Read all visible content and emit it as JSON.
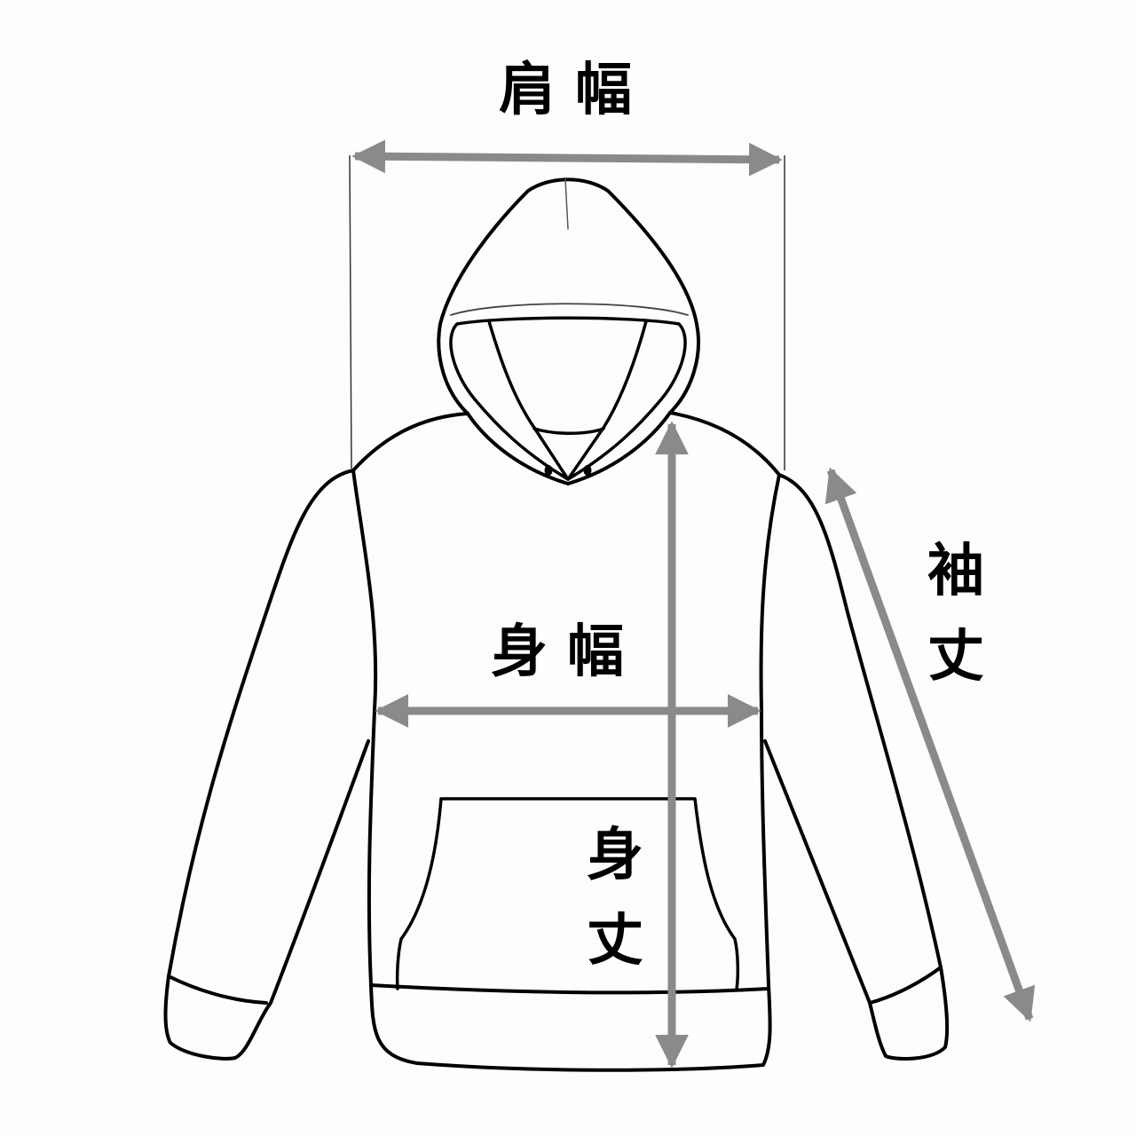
{
  "diagram": {
    "subject": "hoodie size measurement guide",
    "labels": {
      "shoulder_width": "肩幅",
      "body_width": "身幅",
      "body_length_1": "身",
      "body_length_2": "丈",
      "sleeve_length_1": "袖",
      "sleeve_length_2": "丈"
    },
    "colors": {
      "outline": "#000000",
      "arrow": "#8a8a8a",
      "background": "#fdfdfd",
      "text": "#000000"
    },
    "measurements": [
      {
        "name": "shoulder_width",
        "label": "肩幅",
        "orientation": "horizontal"
      },
      {
        "name": "body_width",
        "label": "身幅",
        "orientation": "horizontal"
      },
      {
        "name": "body_length",
        "label": "身丈",
        "orientation": "vertical"
      },
      {
        "name": "sleeve_length",
        "label": "袖丈",
        "orientation": "diagonal"
      }
    ]
  }
}
